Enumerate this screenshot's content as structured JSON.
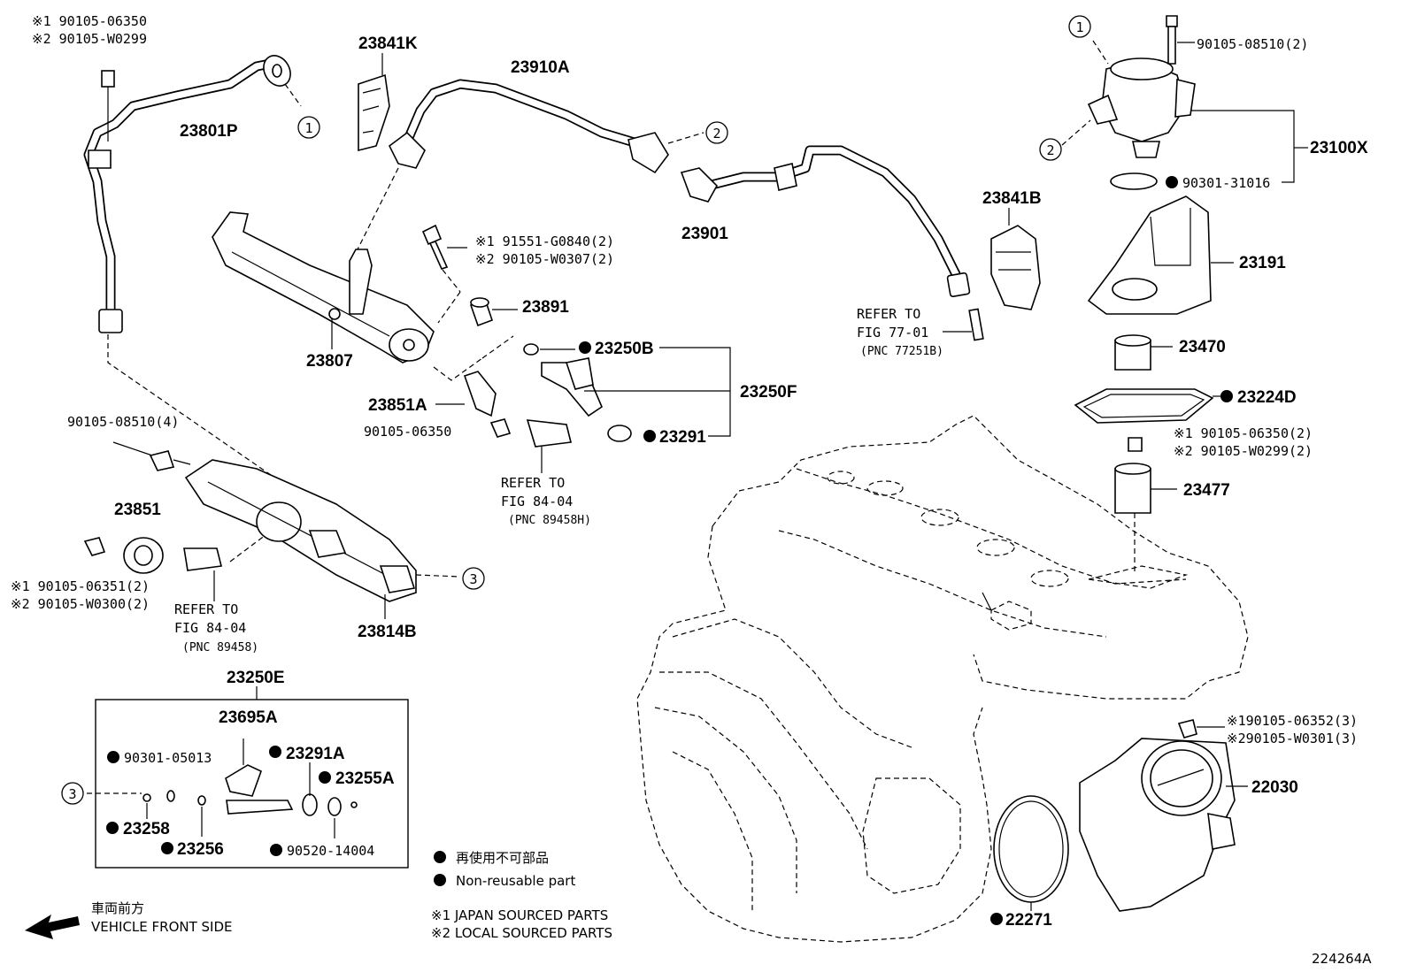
{
  "diagram": {
    "id_code": "224264A",
    "callouts": [
      "1",
      "2",
      "3"
    ],
    "labels": {
      "p23801p_note1": "※1 90105-06350",
      "p23801p_note2": "※2 90105-W0299",
      "p23801p": "23801P",
      "p23841k": "23841K",
      "p23910a": "23910A",
      "p23901": "23901",
      "p23807": "23807",
      "bolt_91551_1": "※1 91551-G0840(2)",
      "bolt_91551_2": "※2 90105-W0307(2)",
      "p23891": "23891",
      "p23250b": "23250B",
      "p23250f": "23250F",
      "p23291": "23291",
      "p23851a": "23851A",
      "bolt_90105_06350": "90105-06350",
      "refer_84_04_a_1": "REFER TO",
      "refer_84_04_a_2": "FIG 84-04",
      "refer_84_04_a_3": "(PNC 89458H)",
      "bolt_90105_08510_4": "90105-08510(4)",
      "p23851": "23851",
      "bolt_23851_1": "※1 90105-06351(2)",
      "bolt_23851_2": "※2 90105-W0300(2)",
      "refer_84_04_b_1": "REFER TO",
      "refer_84_04_b_2": "FIG 84-04",
      "refer_84_04_b_3": "(PNC 89458)",
      "p23814b": "23814B",
      "p23250e": "23250E",
      "p23695a": "23695A",
      "p90301_05013": "90301-05013",
      "p23291a": "23291A",
      "p23255a": "23255A",
      "p23258": "23258",
      "p23256": "23256",
      "p90520_14004": "90520-14004",
      "bolt_90105_08510_2": "90105-08510(2)",
      "p23100x": "23100X",
      "p90301_31016": "90301-31016",
      "p23841b": "23841B",
      "p23191": "23191",
      "refer_77_01_1": "REFER TO",
      "refer_77_01_2": "FIG 77-01",
      "refer_77_01_3": "(PNC 77251B)",
      "p23470": "23470",
      "p23224d": "23224D",
      "bolt_23477_1": "※1 90105-06350(2)",
      "bolt_23477_2": "※2 90105-W0299(2)",
      "p23477": "23477",
      "bolt_22030_1": "※190105-06352(3)",
      "bolt_22030_2": "※290105-W0301(3)",
      "p22030": "22030",
      "p22271": "22271"
    },
    "legend": {
      "nonreusable_jp": "再使用不可部品",
      "nonreusable_en": "Non-reusable part",
      "japan_sourced": "※1  JAPAN SOURCED PARTS",
      "local_sourced": "※2  LOCAL SOURCED PARTS"
    },
    "direction": {
      "jp": "車両前方",
      "en": "VEHICLE FRONT SIDE"
    }
  }
}
